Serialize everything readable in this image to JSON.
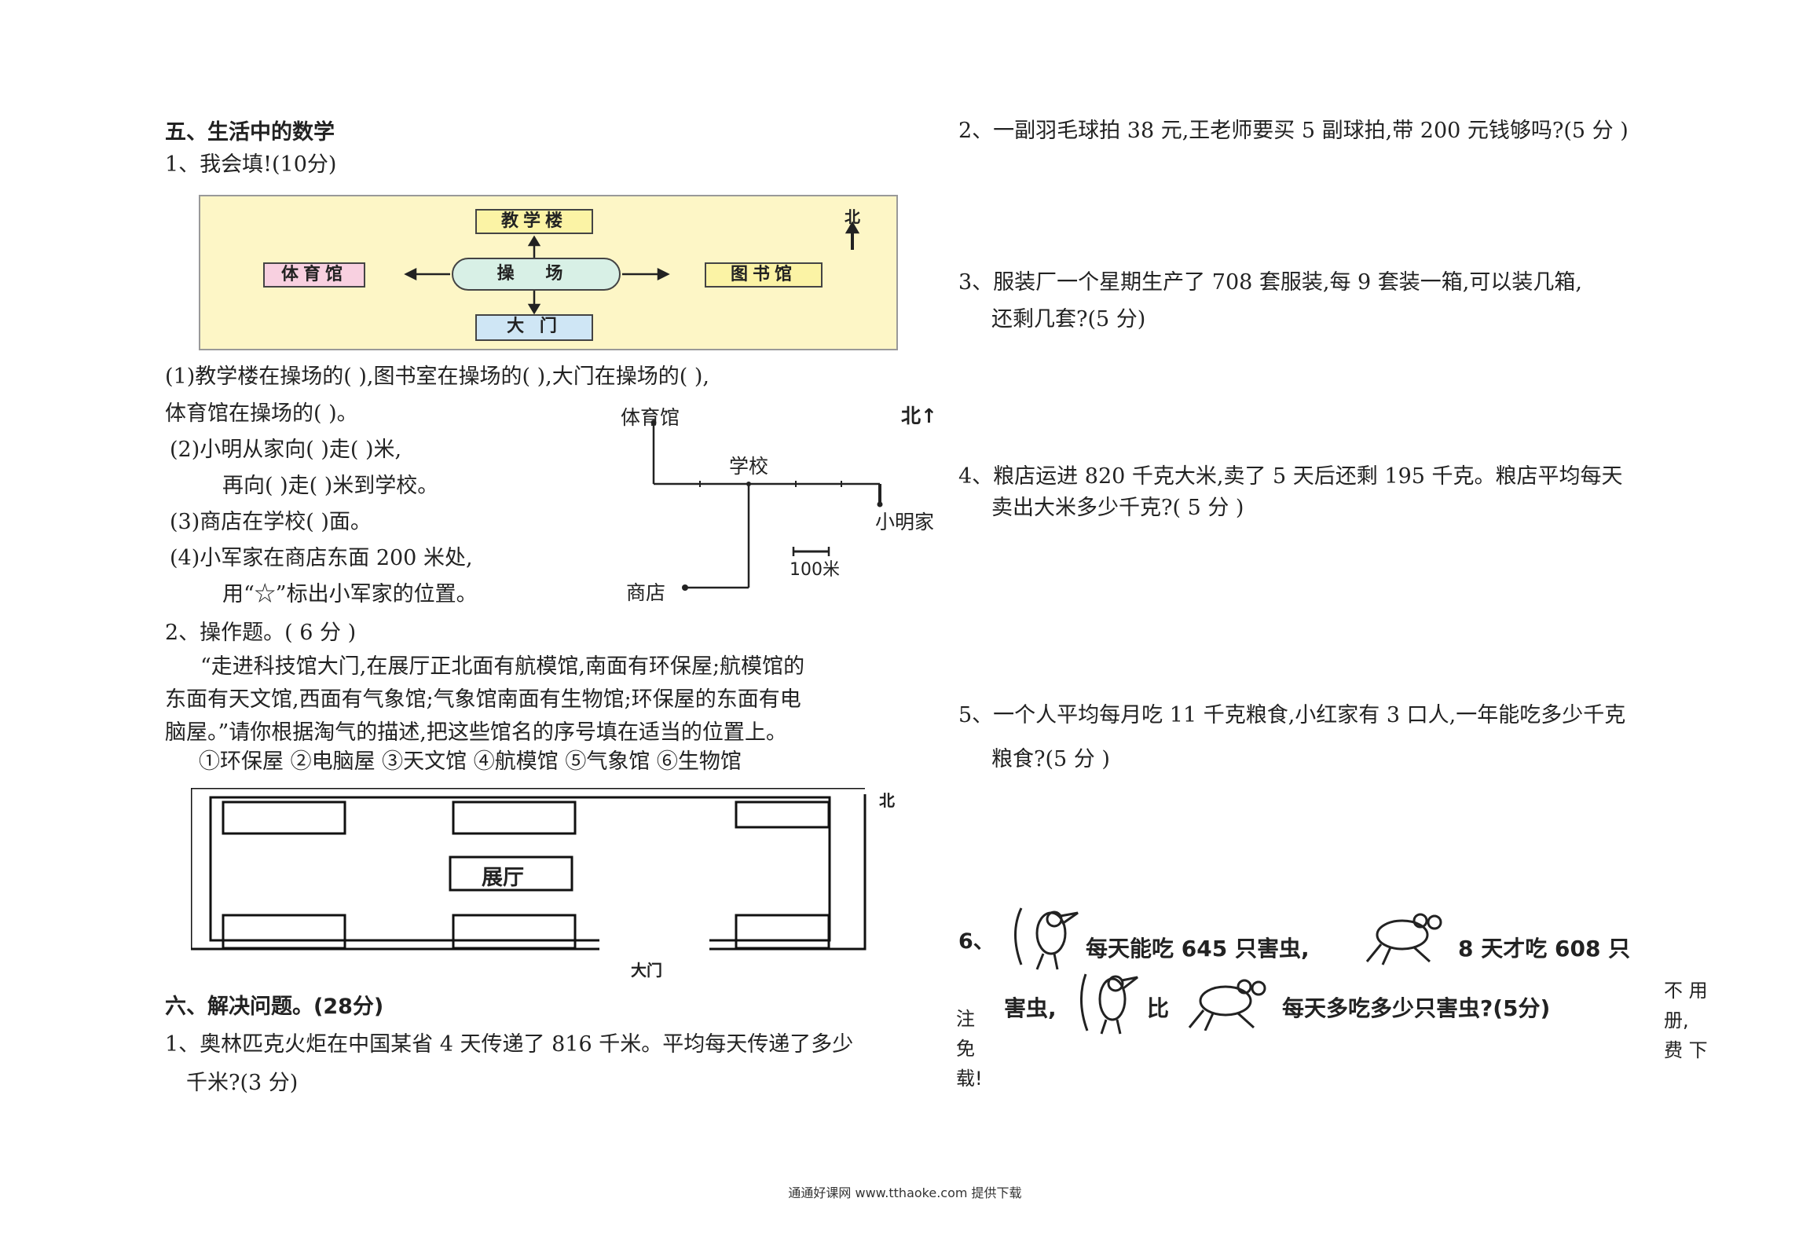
{
  "section5": {
    "title": "五、生活中的数学",
    "q1_title": "1、我会填!(10分)",
    "map1": {
      "north": "北",
      "teaching_building": "教学楼",
      "playground": "操 场",
      "gym": "体育馆",
      "library": "图书馆",
      "gate": "大 门"
    },
    "q1_1a": "(1)教学楼在操场的(      ),图书室在操场的(      ),大门在操场的(      ),",
    "q1_1b": "体育馆在操场的(      )。",
    "q1_2a": "(2)小明从家向(      )走(      )米,",
    "q1_2b": "再向(      )走(      )米到学校。",
    "q1_3": "(3)商店在学校(          )面。",
    "q1_4a": "(4)小军家在商店东面 200 米处,",
    "q1_4b": "用“☆”标出小军家的位置。",
    "map2": {
      "gym": "体育馆",
      "north": "北↑",
      "school": "学校",
      "home": "小明家",
      "shop": "商店",
      "scale": "100米"
    },
    "q2_title": "2、操作题。(  6 分  )",
    "q2_p1": "“走进科技馆大门,在展厅正北面有航模馆,南面有环保屋;航模馆的",
    "q2_p2": "东面有天文馆,西面有气象馆;气象馆南面有生物馆;环保屋的东面有电",
    "q2_p3": "脑屋。”请你根据淘气的描述,把这些馆名的序号填在适当的位置上。",
    "q2_options": "①环保屋   ②电脑屋   ③天文馆     ④航模馆   ⑤气象馆  ⑥生物馆",
    "plan": {
      "hall": "展厅",
      "gate": "大门",
      "north": "北"
    }
  },
  "section6": {
    "title": "六、解决问题。(28分)",
    "q1a": "1、奥林匹克火炬在中国某省 4 天传递了 816 千米。平均每天传递了多少",
    "q1b": "千米?(3 分)"
  },
  "right": {
    "q2": "2、一副羽毛球拍 38 元,王老师要买 5 副球拍,带 200 元钱够吗?(5 分 )",
    "q3a": "3、服装厂一个星期生产了 708 套服装,每 9 套装一箱,可以装几箱,",
    "q3b": "还剩几套?(5 分)",
    "q4a": "4、粮店运进 820 千克大米,卖了 5 天后还剩 195 千克。粮店平均每天",
    "q4b": "卖出大米多少千克?(  5 分  )",
    "q5a": "5、一个人平均每月吃 11 千克粮食,小红家有 3 口人,一年能吃多少千克",
    "q5b": "粮食?(5 分   )",
    "q6_num": "6、",
    "q6_l1a": "每天能吃 645 只害虫,",
    "q6_l1b": "8 天才吃 608 只",
    "q6_l2a": "害虫,",
    "q6_l2b": "比",
    "q6_l2c": "每天多吃多少只害虫?(5分)",
    "side_left": [
      "注",
      "免",
      "载!"
    ],
    "side_right": [
      "不 用",
      "册,",
      "费 下"
    ]
  },
  "footer": "通通好课网  www.tthaoke.com  提供下载"
}
